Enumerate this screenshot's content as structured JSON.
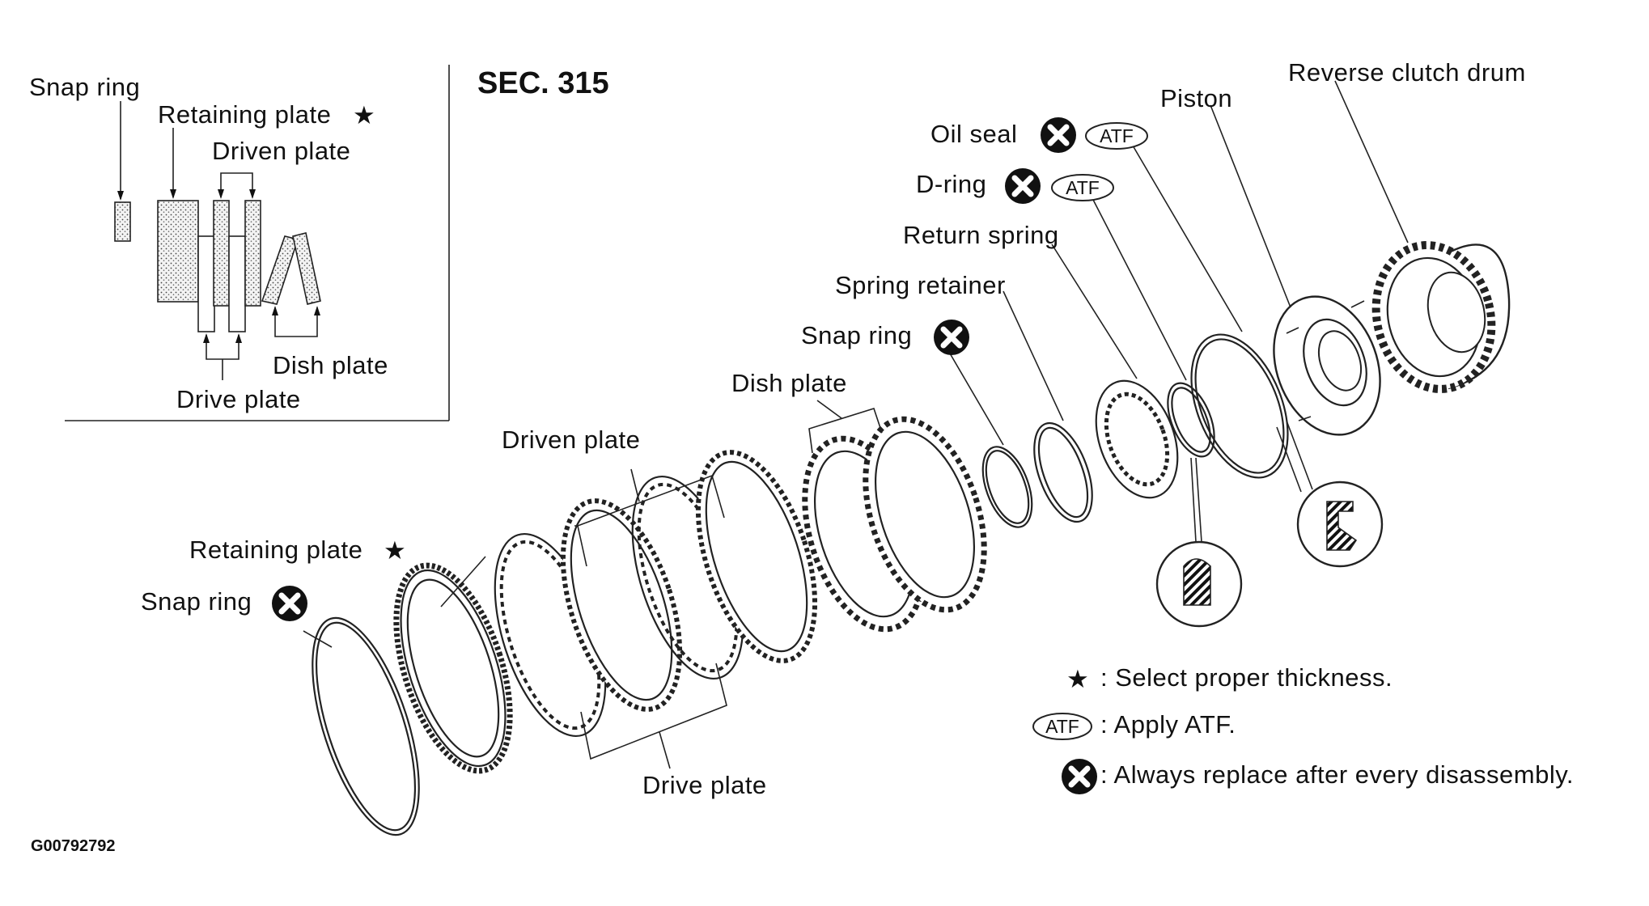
{
  "section": "SEC. 315",
  "figure_id": "G00792792",
  "inset": {
    "snap_ring": "Snap ring",
    "retaining_plate": "Retaining plate",
    "driven_plate": "Driven plate",
    "dish_plate": "Dish plate",
    "drive_plate": "Drive plate"
  },
  "labels": {
    "reverse_clutch_drum": "Reverse clutch drum",
    "piston": "Piston",
    "oil_seal": "Oil seal",
    "d_ring": "D-ring",
    "return_spring": "Return spring",
    "spring_retainer": "Spring retainer",
    "snap_ring_upper": "Snap ring",
    "dish_plate": "Dish plate",
    "driven_plate": "Driven plate",
    "retaining_plate": "Retaining plate",
    "snap_ring_lower": "Snap ring",
    "drive_plate": "Drive plate"
  },
  "symbols": {
    "star": "★",
    "atf": "ATF"
  },
  "legend": {
    "star_text": ": Select proper thickness.",
    "atf_text": ": Apply ATF.",
    "replace_text": ": Always replace after every disassembly."
  },
  "icons": [
    "star-icon",
    "atf-oval-icon",
    "replace-x-icon"
  ]
}
